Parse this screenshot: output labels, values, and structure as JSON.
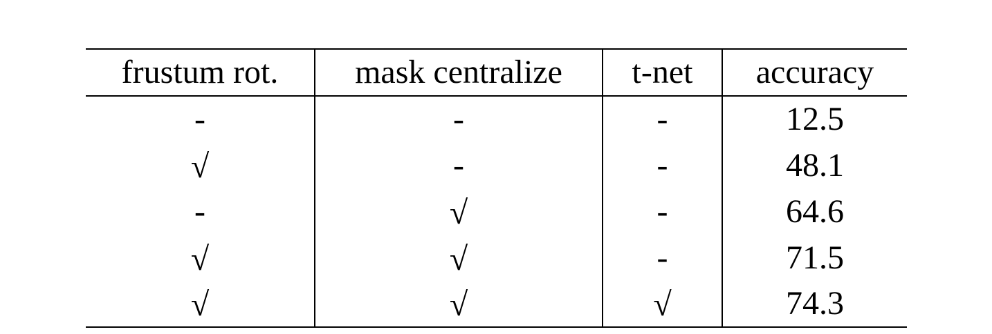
{
  "table": {
    "headers": [
      "frustum rot.",
      "mask centralize",
      "t-net",
      "accuracy"
    ],
    "rows": [
      [
        "-",
        "-",
        "-",
        "12.5"
      ],
      [
        "√",
        "-",
        "-",
        "48.1"
      ],
      [
        "-",
        "√",
        "-",
        "64.6"
      ],
      [
        "√",
        "√",
        "-",
        "71.5"
      ],
      [
        "√",
        "√",
        "√",
        "74.3"
      ]
    ],
    "best_row_index": 4
  }
}
